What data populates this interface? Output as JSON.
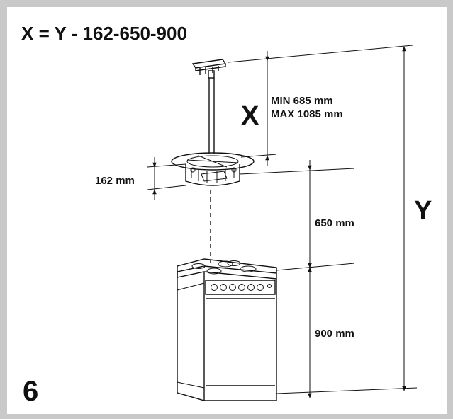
{
  "formula": "X = Y - 162-650-900",
  "figure_number": "6",
  "labels": {
    "x_symbol": "X",
    "y_symbol": "Y",
    "min_text": "MIN 685 mm",
    "max_text": "MAX 1085 mm",
    "hood_height": "162 mm",
    "hood_to_cooktop": "650 mm",
    "cooktop_height": "900 mm"
  },
  "colors": {
    "frame": "#c9c9c9",
    "panel": "#ffffff",
    "ink": "#111111"
  }
}
